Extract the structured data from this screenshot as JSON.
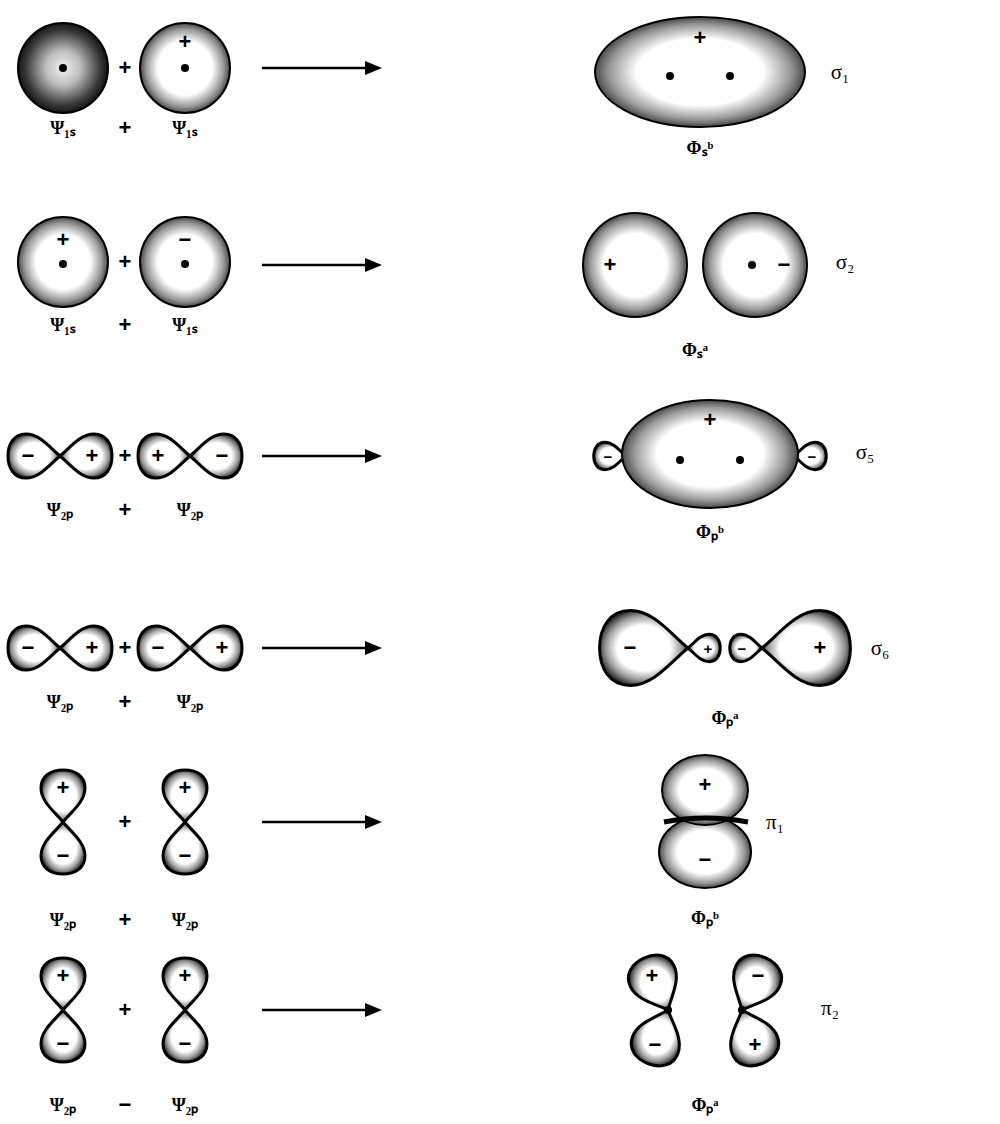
{
  "diagram": {
    "labels": [
      "+",
      "+",
      "Ψ₁ₛ",
      "+",
      "Ψ₁ₛ",
      "+",
      "σ₁",
      "Φₛᵇ",
      "+",
      "−",
      "+",
      "Ψ₁ₛ",
      "+",
      "Ψ₁ₛ",
      "+",
      "−",
      "σ₂",
      "Φₛᵃ",
      "−",
      "+",
      "+",
      "−",
      "+",
      "Ψ₂ₚ",
      "+",
      "Ψ₂ₚ",
      "+",
      "−",
      "−",
      "σ₅",
      "Φₚᵇ",
      "−",
      "+",
      "−",
      "+",
      "+",
      "Ψ₂ₚ",
      "+",
      "Ψ₂ₚ",
      "−",
      "+",
      "−",
      "+",
      "σ₆",
      "Φₚᵃ",
      "+",
      "−",
      "+",
      "−",
      "+",
      "Ψ₂ₚ",
      "+",
      "Ψ₂ₚ",
      "+",
      "−",
      "π₁",
      "Φₚᵇ",
      "+",
      "−",
      "+",
      "−",
      "+",
      "Ψ₂ₚ",
      "−",
      "Ψ₂ₚ",
      "+",
      "−",
      "−",
      "+",
      "π₂",
      "Φₚᵃ"
    ]
  }
}
